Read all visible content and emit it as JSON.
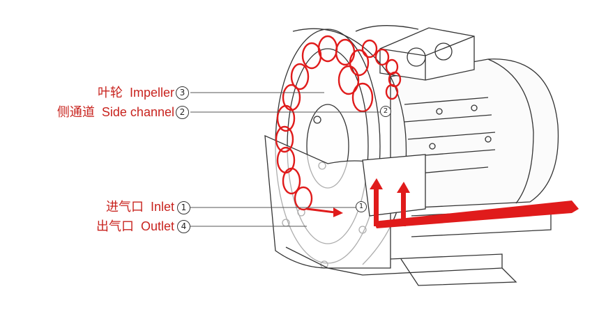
{
  "labels": [
    {
      "cn": "叶轮",
      "en": "Impeller",
      "num": "3"
    },
    {
      "cn": "侧通道",
      "en": "Side channel",
      "num": "2"
    },
    {
      "cn": "进气口",
      "en": "Inlet",
      "num": "1"
    },
    {
      "cn": "出气口",
      "en": "Outlet",
      "num": "4"
    }
  ],
  "callouts": {
    "inner_inlet": "1",
    "inner_channel": "2"
  },
  "colors": {
    "accent": "#c8231e",
    "outline": "#333333",
    "flow": "#e01b1b"
  }
}
